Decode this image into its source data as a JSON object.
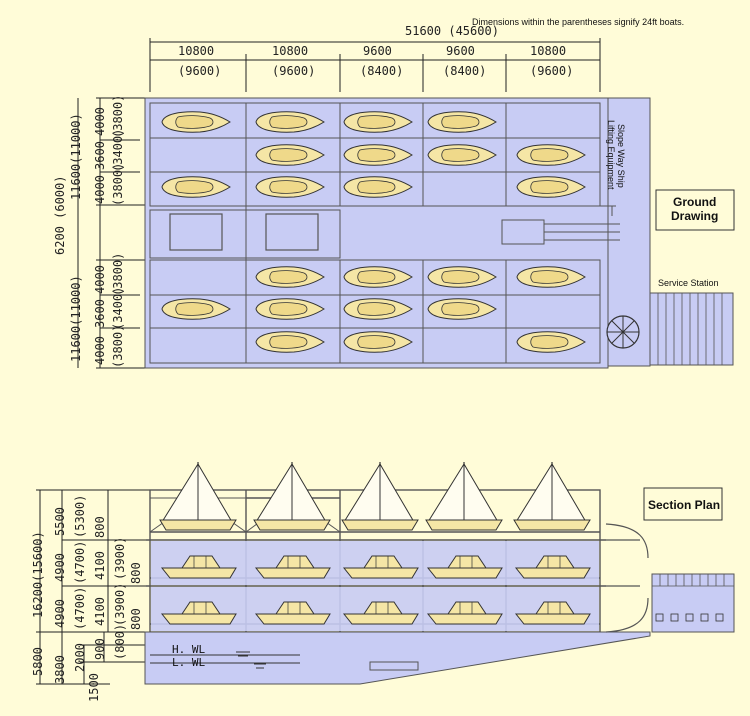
{
  "note": "Dimensions within the parentheses signify 24ft boats.",
  "top_dims": {
    "total": "51600 (45600)",
    "cols": [
      "10800",
      "10800",
      "9600",
      "9600",
      "10800"
    ],
    "cols_24": [
      "(9600)",
      "(9600)",
      "(8400)",
      "(8400)",
      "(9600)"
    ]
  },
  "left_dims": {
    "block": "11600(11000)",
    "mid": "6200 (6000)",
    "upper": [
      "4000",
      "3600",
      "4000"
    ],
    "upper_24": [
      "(3800)",
      "(3400)",
      "(3800)"
    ],
    "lower": [
      "4000",
      "3600",
      "4000"
    ],
    "lower_24": [
      "(3800)",
      "(3400)",
      "(3800)"
    ]
  },
  "equipment_label_1": "Slope Way Ship",
  "equipment_label_2": "Lifting Equipment",
  "ground_drawing_1": "Ground",
  "ground_drawing_2": "Drawing",
  "service_station": "Service Station",
  "section_plan": "Section Plan",
  "section_dims": {
    "total": "16200(15600)",
    "levels": [
      "4900",
      "4900",
      "5500"
    ],
    "levels_24": [
      "(4700)",
      "(4700)",
      "(5300)"
    ],
    "inner_a": [
      "4100",
      "4100",
      "800"
    ],
    "inner_b": [
      "(3900)",
      "(3900)"
    ],
    "inner_c": [
      "800",
      "800"
    ],
    "base": [
      "5800",
      "3800",
      "2000",
      "900",
      "1500"
    ],
    "base_24": [
      "(800)"
    ]
  },
  "water_levels": [
    "H. WL",
    "L. WL"
  ]
}
